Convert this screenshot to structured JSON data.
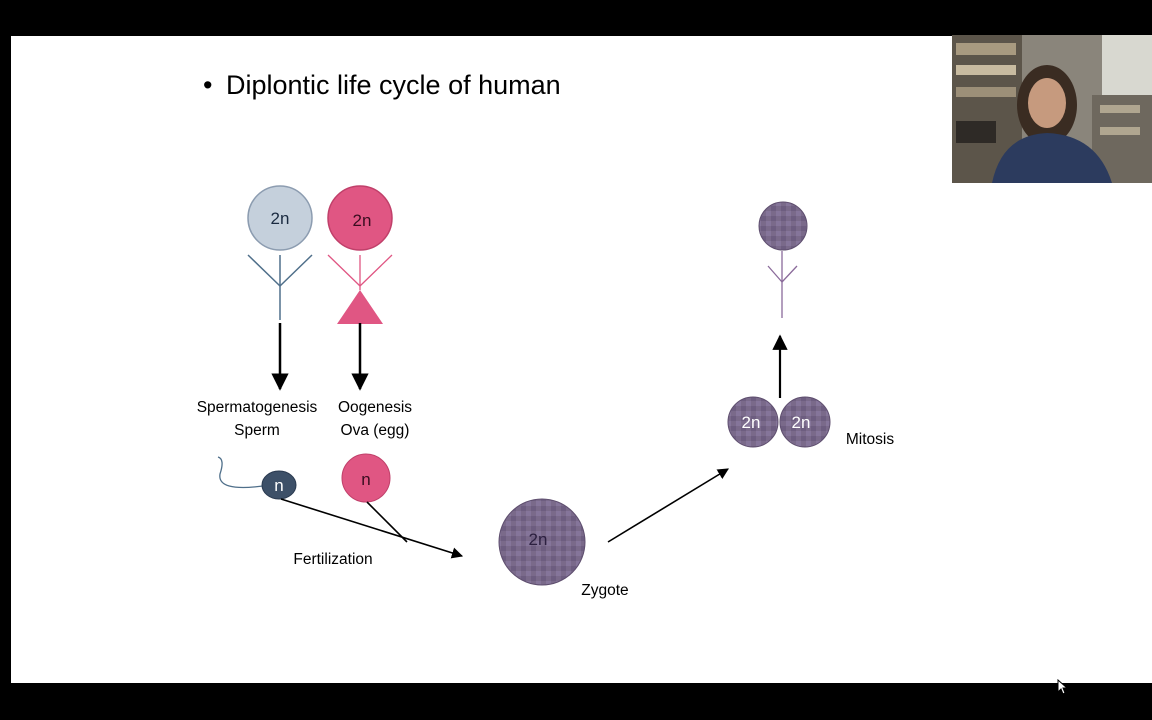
{
  "slide": {
    "bullet": "•",
    "title": "Diplontic life cycle of human"
  },
  "diagram": {
    "male_parent_ploidy": "2n",
    "female_parent_ploidy": "2n",
    "spermatogenesis_label": "Spermatogenesis",
    "sperm_label": "Sperm",
    "oogenesis_label": "Oogenesis",
    "ova_label": "Ova (egg)",
    "sperm_ploidy": "n",
    "egg_ploidy": "n",
    "fertilization_label": "Fertilization",
    "zygote_ploidy": "2n",
    "zygote_label": "Zygote",
    "mitosis_cell_1_ploidy": "2n",
    "mitosis_cell_2_ploidy": "2n",
    "mitosis_label": "Mitosis"
  },
  "colors": {
    "male": "#c5d0dc",
    "female": "#e05683",
    "sperm": "#3d5068",
    "diploid": "#7a6a8a",
    "offspring": "#5e4e6e",
    "background": "#000000",
    "slide": "#ffffff"
  },
  "webcam": {
    "description_icon": "presenter-webcam-feed"
  }
}
